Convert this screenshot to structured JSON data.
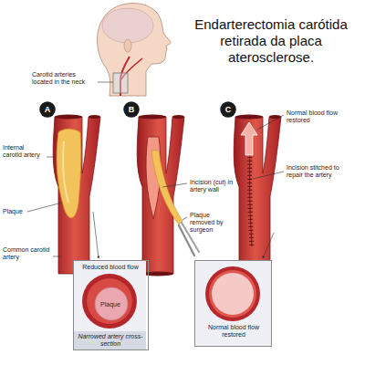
{
  "diagram": {
    "title": "Endarterectomia carótida retirada da placa aterosclerose.",
    "nodes": [
      {
        "text": [
          "A"
        ]
      },
      {
        "text": [
          "B"
        ]
      },
      {
        "text": [
          "C"
        ]
      },
      {
        "text": [
          "Reduced blood flow",
          "Plaque",
          "Narrowed artery cross-section"
        ]
      },
      {
        "text": [
          "Normal blood flow restored"
        ]
      }
    ],
    "labels": [
      "Carotid arteries located in the neck",
      "Internal carotid artery",
      "Plaque",
      "Common carotid artery",
      "Incision (cut) in artery wall",
      "Plaque removed by surgeon",
      "Normal blood flow restored",
      "Incision stitched to repair the artery"
    ]
  }
}
